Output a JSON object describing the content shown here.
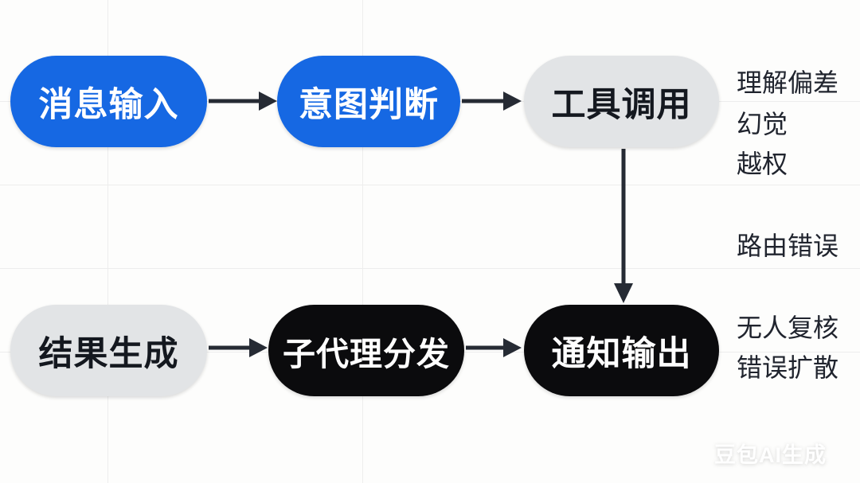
{
  "diagram": {
    "title_hint": "agent-pipeline-risk-flowchart",
    "nodes": [
      {
        "id": "message-input",
        "label": "消息输入",
        "style": "blue"
      },
      {
        "id": "intent-judgment",
        "label": "意图判断",
        "style": "blue"
      },
      {
        "id": "tool-call",
        "label": "工具调用",
        "style": "gray"
      },
      {
        "id": "result-generation",
        "label": "结果生成",
        "style": "gray"
      },
      {
        "id": "subagent-dispatch",
        "label": "子代理分发",
        "style": "black"
      },
      {
        "id": "notification-output",
        "label": "通知输出",
        "style": "black"
      }
    ],
    "edges": [
      {
        "from": "message-input",
        "to": "intent-judgment",
        "direction": "right"
      },
      {
        "from": "intent-judgment",
        "to": "tool-call",
        "direction": "right"
      },
      {
        "from": "tool-call",
        "to": "notification-output",
        "direction": "down"
      },
      {
        "from": "result-generation",
        "to": "subagent-dispatch",
        "direction": "right"
      },
      {
        "from": "subagent-dispatch",
        "to": "notification-output",
        "direction": "right"
      }
    ],
    "risk_labels": [
      {
        "text": "理解偏差"
      },
      {
        "text": "幻觉"
      },
      {
        "text": "越权"
      },
      {
        "text": "路由错误"
      },
      {
        "text": "无人复核"
      },
      {
        "text": "错误扩散"
      }
    ],
    "colors": {
      "node_blue": "#1668E3",
      "node_gray": "#E2E4E6",
      "node_black": "#0B0B0D",
      "arrow": "#262B34",
      "risk_text": "#20242E",
      "gridline": "#EDEDED",
      "background": "#FDFDFC"
    },
    "watermark": "豆包AI生成"
  }
}
